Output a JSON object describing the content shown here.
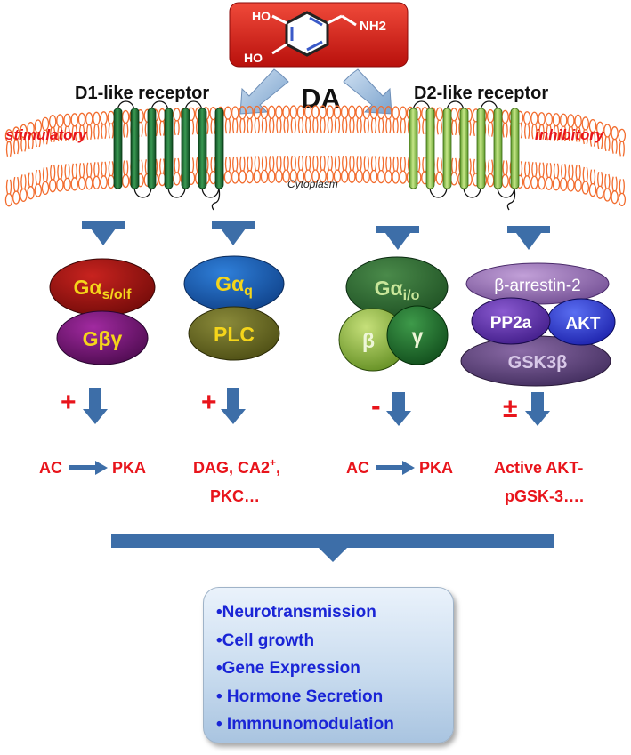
{
  "molecule": {
    "ho_top": "HO",
    "ho_bottom": "HO",
    "amine": "NH2"
  },
  "labels": {
    "da": "DA",
    "d1": "D1-like receptor",
    "d2": "D2-like receptor",
    "stimulatory": "stimulatory",
    "inhibitory": "inhibitory",
    "cytoplasm": "Cytoplasm"
  },
  "proteins": {
    "ga_s": {
      "base": "Gα",
      "sub": "s/olf"
    },
    "gbg": "Gβγ",
    "ga_q": {
      "base": "Gα",
      "sub": "q"
    },
    "plc": "PLC",
    "ga_io": {
      "base": "Gα",
      "sub": "i/o"
    },
    "beta": "β",
    "gamma": "γ",
    "barrestin": "β-arrestin-2",
    "pp2a": "PP2a",
    "akt": "AKT",
    "gsk": "GSK3β"
  },
  "signs": {
    "s1": "+",
    "s2": "+",
    "s3": "-",
    "s4": "±"
  },
  "effects": {
    "e1_left": "AC",
    "e1_right": "PKA",
    "e2_line1": "DAG, CA2",
    "e2_sup": "+",
    "e2_tail": ",",
    "e2_line2": "PKC…",
    "e3_left": "AC",
    "e3_right": "PKA",
    "e4_line1": "Active AKT-",
    "e4_line2": "pGSK-3…."
  },
  "outcomes": [
    "•Neurotransmission",
    "•Cell growth",
    "•Gene Expression",
    "• Hormone Secretion",
    "• Immnunomodulation"
  ],
  "colors": {
    "red_text": "#e8141b",
    "arrow_blue": "#3d6ea8",
    "membrane": "#f26c2e",
    "d1_receptor": "#1f7a3a",
    "d2_receptor": "#8cc152",
    "outcome_text": "#1a25d6"
  }
}
